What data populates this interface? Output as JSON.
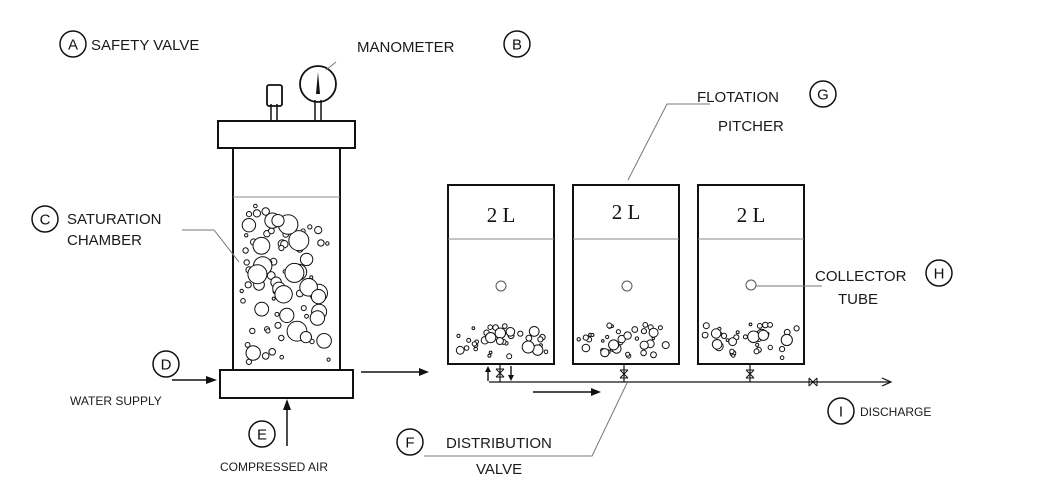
{
  "labels": {
    "safety_valve": "SAFETY VALVE",
    "manometer": "MANOMETER",
    "saturation": "SATURATION",
    "chamber": "CHAMBER",
    "water_supply": "WATER SUPPLY",
    "compressed_air": "COMPRESSED AIR",
    "flotation": "FLOTATION",
    "pitcher": "PITCHER",
    "collector": "COLLECTOR",
    "tube": "TUBE",
    "distribution": "DISTRIBUTION",
    "valve": "VALVE",
    "discharge": "DISCHARGE"
  },
  "letters": {
    "a": "A",
    "b": "B",
    "c": "C",
    "d": "D",
    "e": "E",
    "f": "F",
    "g": "G",
    "h": "H",
    "i": "I"
  },
  "jars": [
    {
      "volume": "2 L"
    },
    {
      "volume": "2 L"
    },
    {
      "volume": "2 L"
    }
  ]
}
